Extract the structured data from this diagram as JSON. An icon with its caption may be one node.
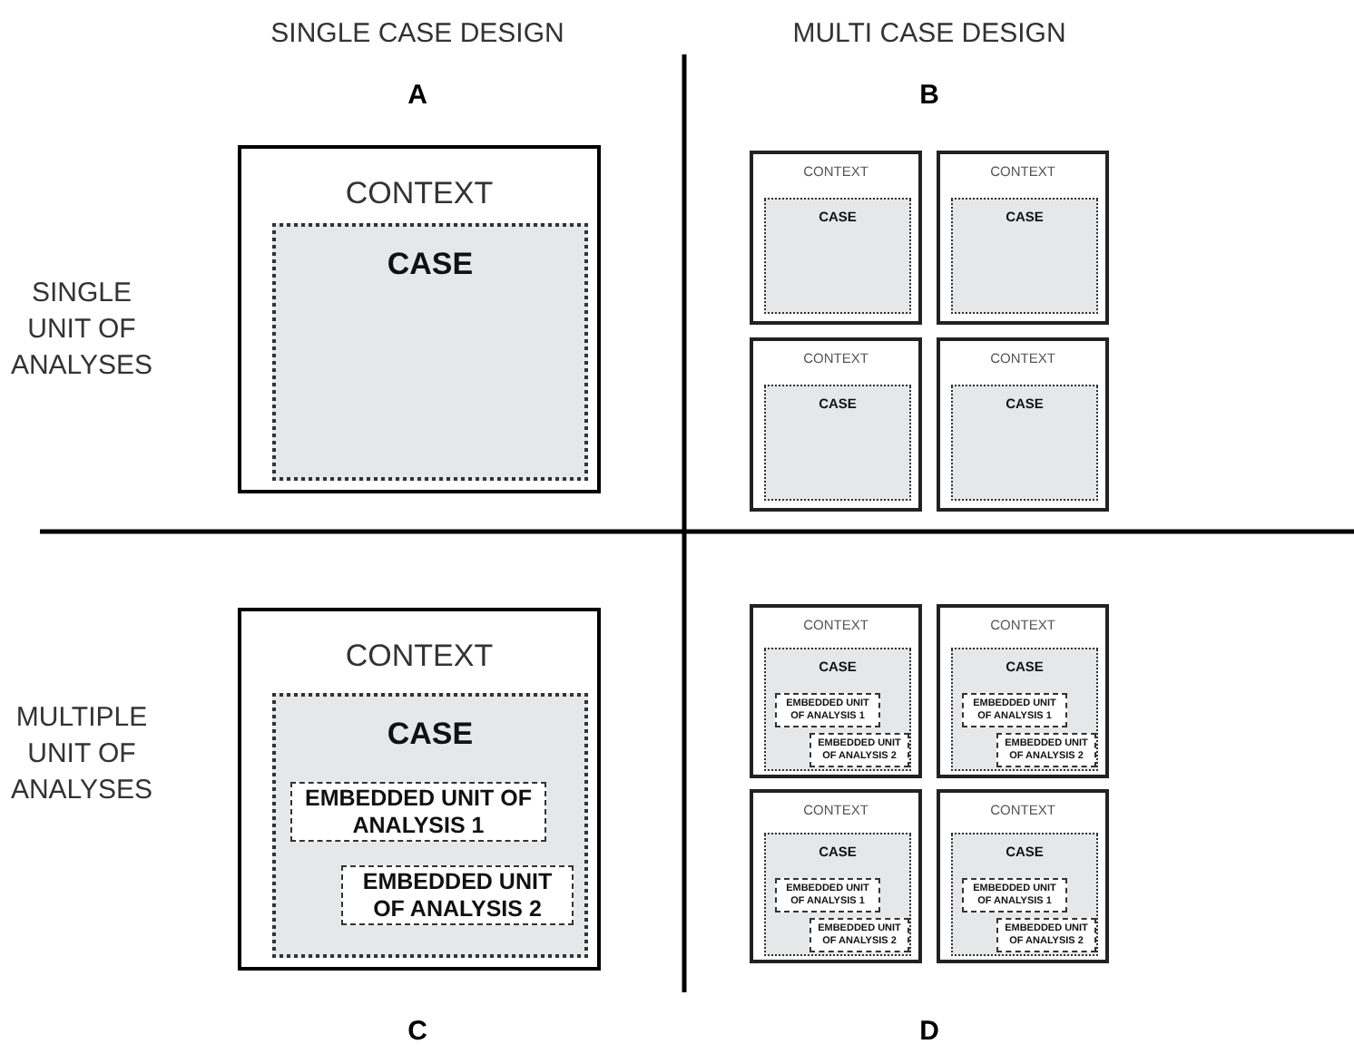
{
  "diagram": {
    "nodes": [
      {
        "text": [
          "CONTEXT"
        ]
      },
      {
        "text": [
          "CASE"
        ],
        "in": 0
      },
      {
        "text": [
          "CONTEXT"
        ]
      },
      {
        "text": [
          "CASE"
        ],
        "in": 2
      },
      {
        "text": [
          "CONTEXT"
        ]
      },
      {
        "text": [
          "CASE"
        ],
        "in": 4
      },
      {
        "text": [
          "CONTEXT"
        ]
      },
      {
        "text": [
          "CASE"
        ],
        "in": 6
      },
      {
        "text": [
          "CONTEXT"
        ]
      },
      {
        "text": [
          "CASE"
        ],
        "in": 8
      },
      {
        "text": [
          "CONTEXT"
        ]
      },
      {
        "text": [
          "CASE"
        ],
        "in": 10
      },
      {
        "text": [
          "EMBEDDED UNIT OF ANALYSIS 1"
        ],
        "in": 11
      },
      {
        "text": [
          "EMBEDDED UNIT OF ANALYSIS 2"
        ],
        "in": 11
      },
      {
        "text": [
          "CONTEXT"
        ]
      },
      {
        "text": [
          "CASE"
        ],
        "in": 14
      },
      {
        "text": [
          "EMBEDDED UNIT OF ANALYSIS 1"
        ],
        "in": 15
      },
      {
        "text": [
          "EMBEDDED UNIT OF ANALYSIS 2"
        ],
        "in": 15
      },
      {
        "text": [
          "CONTEXT"
        ]
      },
      {
        "text": [
          "CASE"
        ],
        "in": 18
      },
      {
        "text": [
          "EMBEDDED UNIT OF ANALYSIS 1"
        ],
        "in": 19
      },
      {
        "text": [
          "EMBEDDED UNIT OF ANALYSIS 2"
        ],
        "in": 19
      },
      {
        "text": [
          "CONTEXT"
        ]
      },
      {
        "text": [
          "CASE"
        ],
        "in": 22
      },
      {
        "text": [
          "EMBEDDED UNIT OF ANALYSIS 1"
        ],
        "in": 23
      },
      {
        "text": [
          "EMBEDDED UNIT OF ANALYSIS 2"
        ],
        "in": 23
      },
      {
        "text": [
          "CONTEXT"
        ]
      },
      {
        "text": [
          "CASE"
        ],
        "in": 26
      },
      {
        "text": [
          "EMBEDDED UNIT OF ANALYSIS 1"
        ],
        "in": 27
      },
      {
        "text": [
          "EMBEDDED UNIT OF ANALYSIS 2"
        ],
        "in": 27
      }
    ],
    "edges": [],
    "labels": [
      "SINGLE CASE DESIGN",
      "MULTI CASE DESIGN",
      "A",
      "B",
      "SINGLE UNIT OF ANALYSES",
      "MULTIPLE UNIT OF ANALYSES",
      "C",
      "D"
    ]
  }
}
